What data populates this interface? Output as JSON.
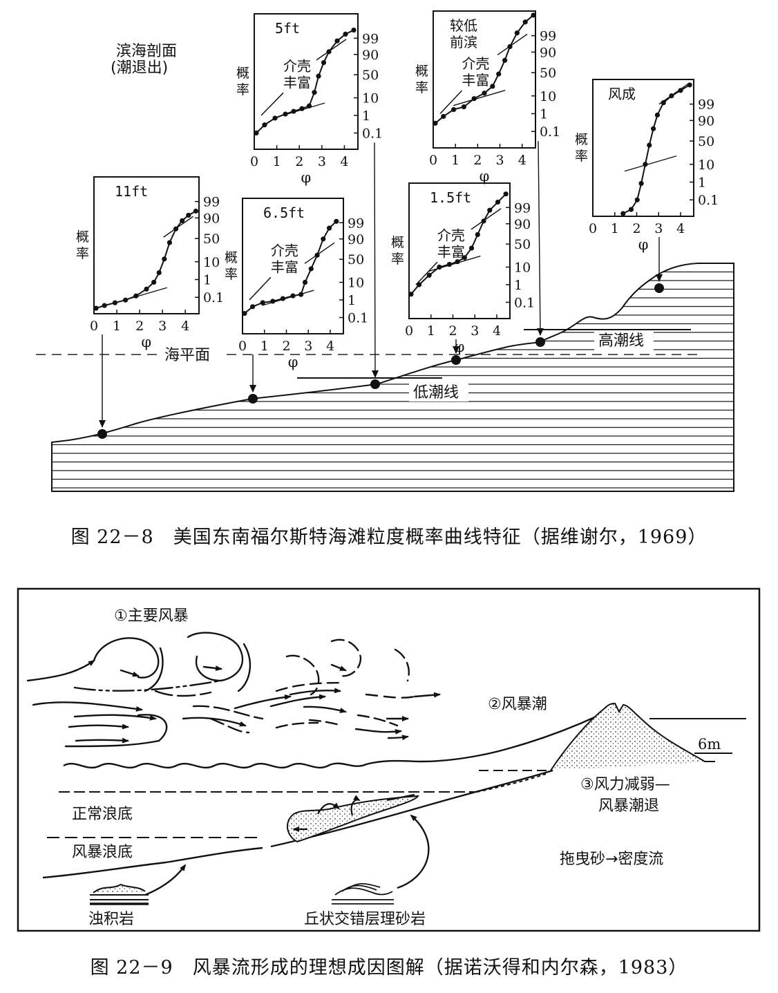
{
  "figure1": {
    "caption": "图 22－8　美国东南福尔斯特海滩粒度概率曲线特征（据维谢尔，1969）",
    "profile_title_line1": "滨海剖面",
    "profile_title_line2": "(潮退出)",
    "sea_level_label": "海平面",
    "low_tide_label": "低潮线",
    "high_tide_label": "高潮线",
    "axis_x_label": "φ",
    "axis_y_label_1": "概",
    "axis_y_label_2": "率",
    "shell_note_1": "介壳",
    "shell_note_2": "丰富",
    "x_ticks": [
      "0",
      "1",
      "2",
      "3",
      "4"
    ],
    "y_ticks": [
      "99",
      "90",
      "50",
      "10",
      "1",
      "0.1"
    ],
    "panels": [
      {
        "id": "11ft",
        "label": "11ft",
        "shell": false
      },
      {
        "id": "6.5ft",
        "label": "6.5ft",
        "shell": true
      },
      {
        "id": "5ft",
        "label": "5ft",
        "shell": true
      },
      {
        "id": "1.5ft",
        "label": "1.5ft",
        "shell": true
      },
      {
        "id": "lower-foreshore",
        "label_line1": "较低",
        "label_line2": "前滨",
        "shell": true
      },
      {
        "id": "aeolian",
        "label": "风成",
        "shell": false
      }
    ]
  },
  "figure2": {
    "caption": "图 22－9　风暴流形成的理想成因图解（据诺沃得和内尔森，1983）",
    "label_main_storm": "①主要风暴",
    "label_storm_surge": "②风暴潮",
    "label_weaken_line1": "③风力减弱—",
    "label_weaken_line2": "风暴潮退",
    "label_depth": "6m",
    "label_normal_wave_base": "正常浪底",
    "label_storm_wave_base": "风暴浪底",
    "label_drag_sand": "拖曳砂→密度流",
    "label_turbidite": "浊积岩",
    "label_hummocky": "丘状交错层理砂岩"
  }
}
